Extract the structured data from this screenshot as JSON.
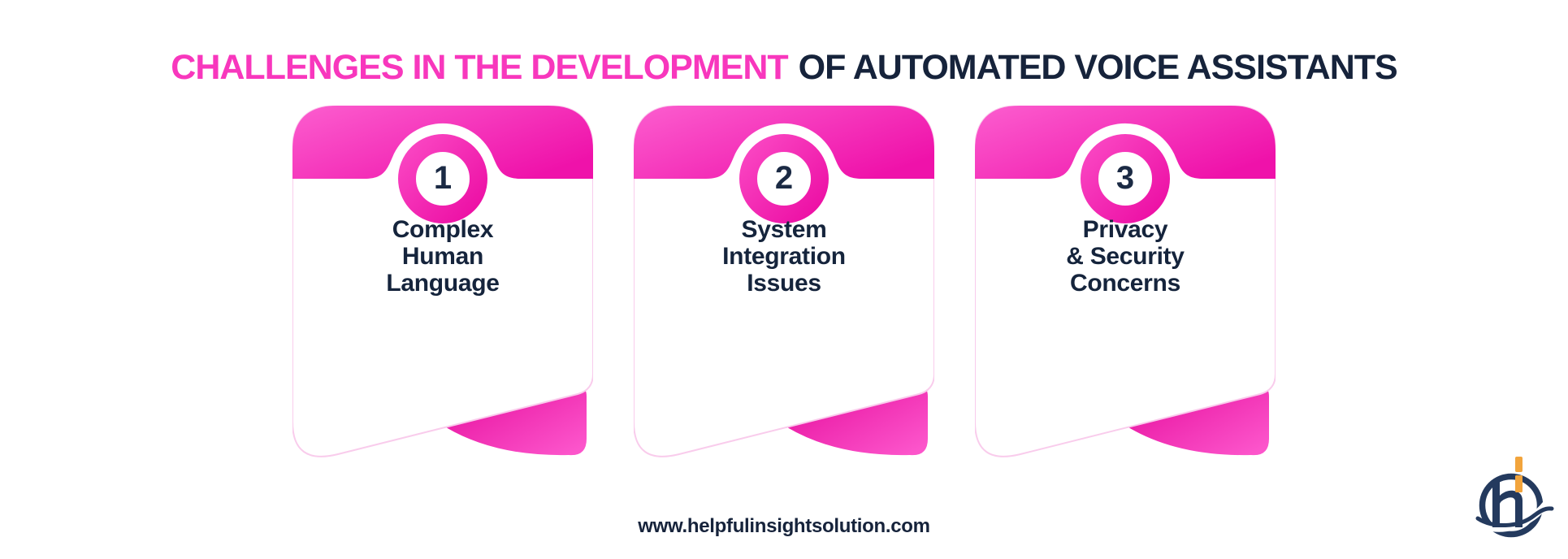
{
  "title": {
    "highlight": "CHALLENGES IN THE DEVELOPMENT",
    "rest": "OF AUTOMATED VOICE ASSISTANTS"
  },
  "cards": [
    {
      "number": "1",
      "label": "Complex\nHuman\nLanguage"
    },
    {
      "number": "2",
      "label": "System\nIntegration\nIssues"
    },
    {
      "number": "3",
      "label": "Privacy\n& Security\nConcerns"
    }
  ],
  "footer": {
    "website": "www.helpfulinsightsolution.com"
  },
  "logo": {
    "name": "helpful-insight-logo",
    "letters": "hi"
  },
  "colors": {
    "title_highlight": "#f837bd",
    "navy_text": "#16233b",
    "pink_light": "#fc5ecf",
    "pink_dark": "#ef12aa",
    "ribbon_dark": "#e60d9d",
    "ribbon_light": "#fc55cb",
    "card_border": "#f9ccec",
    "logo_navy": "#243a5e",
    "logo_orange": "#f2a43c"
  }
}
